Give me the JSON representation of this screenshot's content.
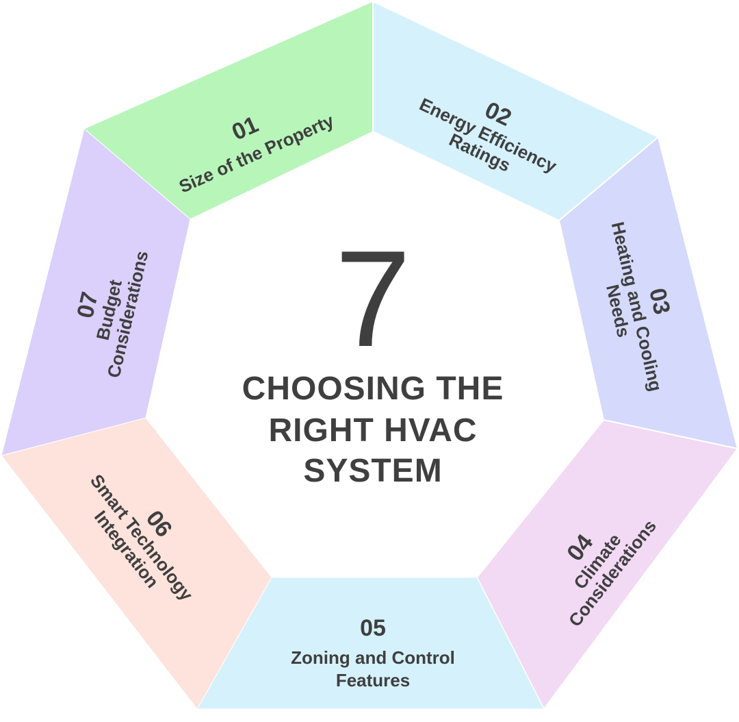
{
  "center": {
    "number": "7",
    "title_lines": [
      "CHOOSING THE",
      "RIGHT HVAC",
      "SYSTEM"
    ]
  },
  "colors": {
    "text": "#3f3f3f",
    "segment_1": "#b8f5b9",
    "segment_2": "#d5f1fc",
    "segment_3": "#d5dafc",
    "segment_4": "#f2d9f4",
    "segment_5": "#d5f1fc",
    "segment_6": "#fde3dc",
    "segment_7": "#dbcffb"
  },
  "segments": [
    {
      "number": "01",
      "label_lines": [
        "Size of the Property"
      ]
    },
    {
      "number": "02",
      "label_lines": [
        "Energy Efficiency",
        "Ratings"
      ]
    },
    {
      "number": "03",
      "label_lines": [
        "Heating and Cooling",
        "Needs"
      ]
    },
    {
      "number": "04",
      "label_lines": [
        "Climate",
        "Considerations"
      ]
    },
    {
      "number": "05",
      "label_lines": [
        "Zoning and Control",
        "Features"
      ]
    },
    {
      "number": "06",
      "label_lines": [
        "Smart Technology",
        "Integration"
      ]
    },
    {
      "number": "07",
      "label_lines": [
        "Budget",
        "Considerations"
      ]
    }
  ]
}
